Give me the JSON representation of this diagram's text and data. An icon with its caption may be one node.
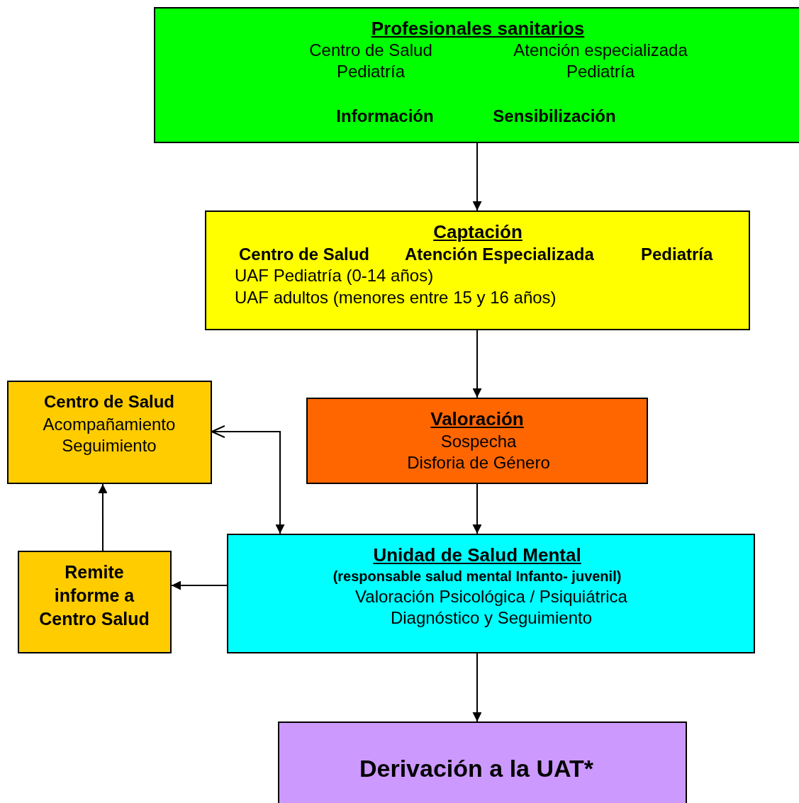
{
  "diagram": {
    "nodes": [
      {
        "text": [
          "Profesionales sanitarios",
          "Centro de Salud Pediatría",
          "Atención especializada Pediatría",
          "Información",
          "Sensibilización"
        ]
      },
      {
        "text": [
          "Captación",
          "Centro de Salud",
          "Atención Especializada",
          "Pediatría",
          "UAF Pediatría (0-14 años)",
          "UAF adultos (menores entre 15 y 16 años)"
        ]
      },
      {
        "text": [
          "Valoración",
          "Sospecha Disforia de Género"
        ]
      },
      {
        "text": [
          "Centro de Salud",
          "Acompañamiento Seguimiento"
        ]
      },
      {
        "text": [
          "Unidad de Salud Mental",
          "(responsable salud mental Infanto- juvenil)",
          "Valoración Psicológica / Psiquiátrica Diagnóstico y Seguimiento"
        ]
      },
      {
        "text": [
          "Remite informe a Centro Salud"
        ]
      },
      {
        "text": [
          "Derivación a la UAT*"
        ]
      }
    ],
    "edges": [
      {
        "from": 0,
        "to": 1,
        "arrow": "to"
      },
      {
        "from": 1,
        "to": 2,
        "arrow": "to"
      },
      {
        "from": 2,
        "to": 4,
        "arrow": "to"
      },
      {
        "from": 4,
        "to": 3,
        "arrow": "both"
      },
      {
        "from": 4,
        "to": 5,
        "arrow": "to"
      },
      {
        "from": 5,
        "to": 3,
        "arrow": "to"
      },
      {
        "from": 4,
        "to": 6,
        "arrow": "to"
      }
    ]
  }
}
